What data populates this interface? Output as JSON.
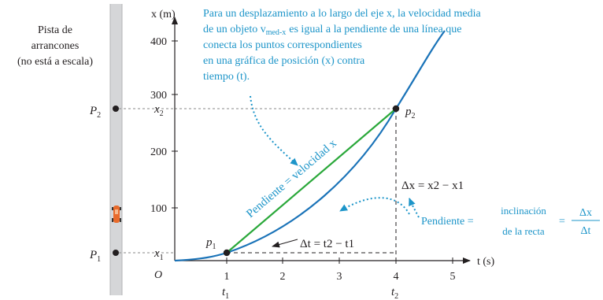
{
  "figure": {
    "track_label": [
      "Pista de",
      "arrancones",
      "(no está a escala)"
    ],
    "y_axis_label": "x (m)",
    "x_axis_label": "t (s)",
    "origin_label": "O",
    "y_ticks": [
      "100",
      "200",
      "300",
      "400"
    ],
    "x_ticks": [
      "1",
      "2",
      "3",
      "4",
      "5"
    ],
    "t_labels": [
      "t1",
      "t2"
    ],
    "pos_labels": {
      "x1": "x1",
      "x2": "x2",
      "P1": "P1",
      "P2": "P2",
      "p1": "p1",
      "p2": "p2"
    },
    "description": [
      "Para un desplazamiento a lo largo del eje x, la velocidad media",
      "de un objeto v",
      "med-x",
      "es igual a la pendiente de una línea que",
      "conecta los puntos correspondientes",
      "en una gráfica de posición (x) contra",
      "tiempo (t)."
    ],
    "slope_velocity_label": "Pendiente = velocidad x",
    "delta_x_label": "Δx = x2 − x1",
    "delta_t_label": "Δt = t2 − t1",
    "slope_def": {
      "prefix": "Pendiente =",
      "numerator": "inclinación",
      "denominator": "de la recta",
      "equals": "=",
      "frac_num": "Δx",
      "frac_den": "Δt"
    }
  },
  "colors": {
    "curve": "#1a73b8",
    "secant": "#2aa83a",
    "annotation": "#1d95c9",
    "track": "#d5d6d8"
  },
  "chart_data": {
    "type": "line",
    "x_range": [
      0,
      5.4
    ],
    "y_range": [
      0,
      440
    ],
    "series": [
      {
        "x": [
          0,
          1,
          2,
          3,
          4,
          4.75
        ],
        "y": [
          0,
          20,
          80,
          175,
          277,
          400
        ]
      }
    ],
    "points": [
      {
        "t": 1,
        "x": 20
      },
      {
        "t": 4,
        "x": 277
      }
    ]
  }
}
